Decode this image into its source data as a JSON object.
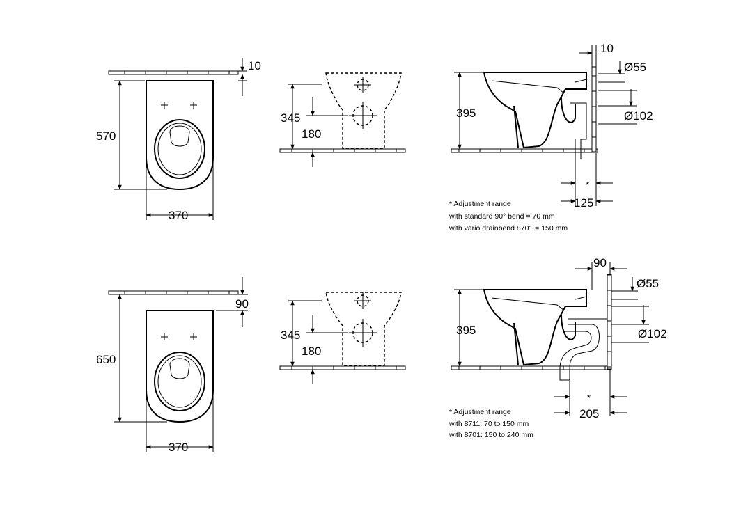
{
  "row1": {
    "top_view": {
      "length": "570",
      "width": "370",
      "wall_gap": "10"
    },
    "front_view": {
      "height_upper": "345",
      "height_lower": "180"
    },
    "side_view": {
      "height": "395",
      "wall_gap": "10",
      "diam_small": "Ø55",
      "diam_large": "Ø102",
      "adjust_mark": "*",
      "outlet": "125",
      "notes": [
        "* Adjustment range",
        "with standard 90° bend = 70 mm",
        "with vario drainbend 8701 = 150 mm"
      ]
    }
  },
  "row2": {
    "top_view": {
      "length": "650",
      "width": "370",
      "wall_gap": "90"
    },
    "front_view": {
      "height_upper": "345",
      "height_lower": "180"
    },
    "side_view": {
      "height": "395",
      "wall_gap": "90",
      "diam_small": "Ø55",
      "diam_large": "Ø102",
      "adjust_mark": "*",
      "outlet": "205",
      "notes": [
        "* Adjustment range",
        "with 8711: 70 to 150 mm",
        "with 8701: 150 to 240 mm"
      ]
    }
  }
}
